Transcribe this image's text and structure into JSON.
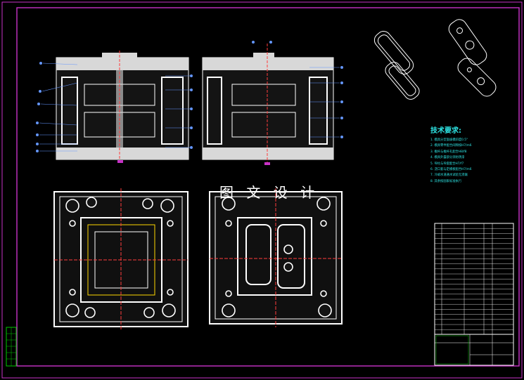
{
  "watermark": "图 文 设 计",
  "notes": {
    "title": "技术要求:",
    "lines": [
      "1. 模具分型面拔模斜度0.5°",
      "2. 模具零件配合间隙按H7/m6",
      "3. 推杆与推杆孔配合H8/f8",
      "4. 模具外露部分涂防锈漆",
      "5. 导柱与导套配合H7/f7",
      "6. 浇口套与定模板配合H7/m6",
      "7. 冷却水道通水试验无渗漏",
      "8. 其余按国家标准执行"
    ]
  },
  "colors": {
    "frame": "#c832c8",
    "part": "#ffffff",
    "leader": "#6496ff",
    "accent": "#ff3c3c",
    "note": "#2ee6e6",
    "table": "#ffffff",
    "tableGreen": "#00c800"
  }
}
